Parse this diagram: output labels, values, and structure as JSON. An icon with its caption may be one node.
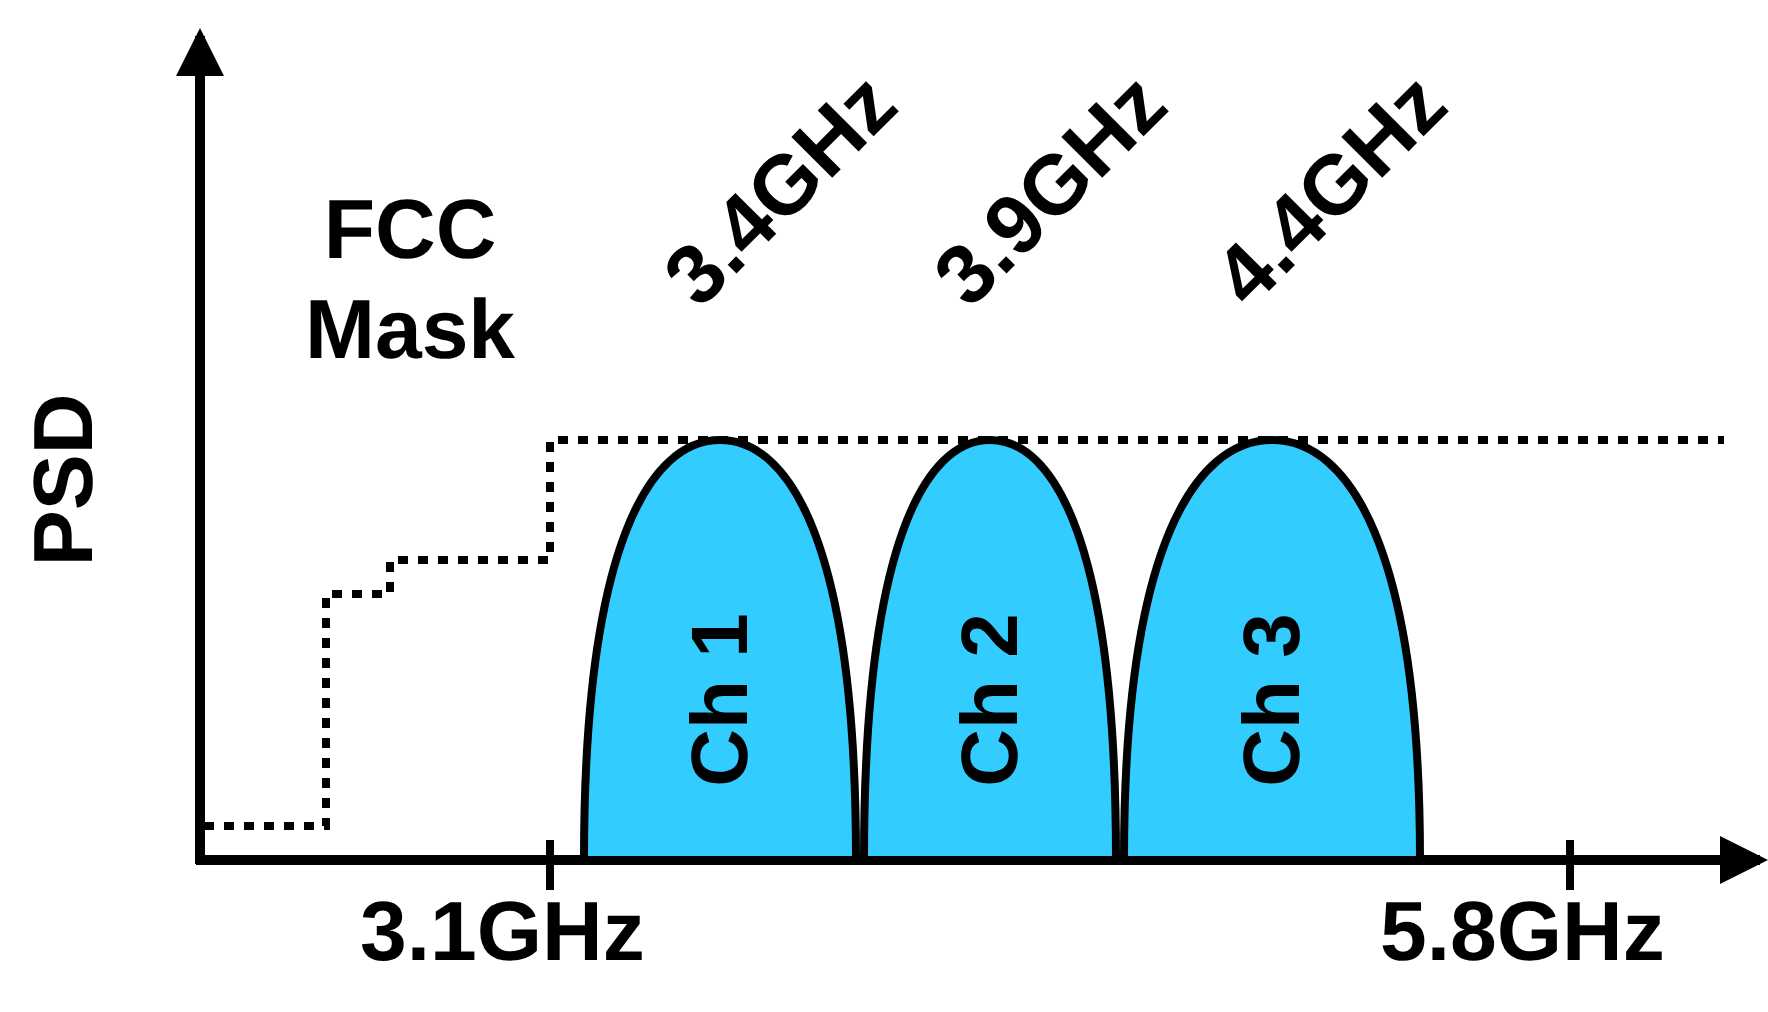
{
  "diagram": {
    "nodes": [
      {
        "text": [
          "Ch 1"
        ],
        "beside": [
          "3.4GHz"
        ]
      },
      {
        "text": [
          "Ch 2"
        ],
        "beside": [
          "3.9GHz"
        ]
      },
      {
        "text": [
          "Ch 3"
        ],
        "beside": [
          "4.4GHz"
        ]
      }
    ],
    "labels": [
      "FCC Mask",
      "PSD",
      "3.1GHz",
      "5.8GHz"
    ]
  }
}
